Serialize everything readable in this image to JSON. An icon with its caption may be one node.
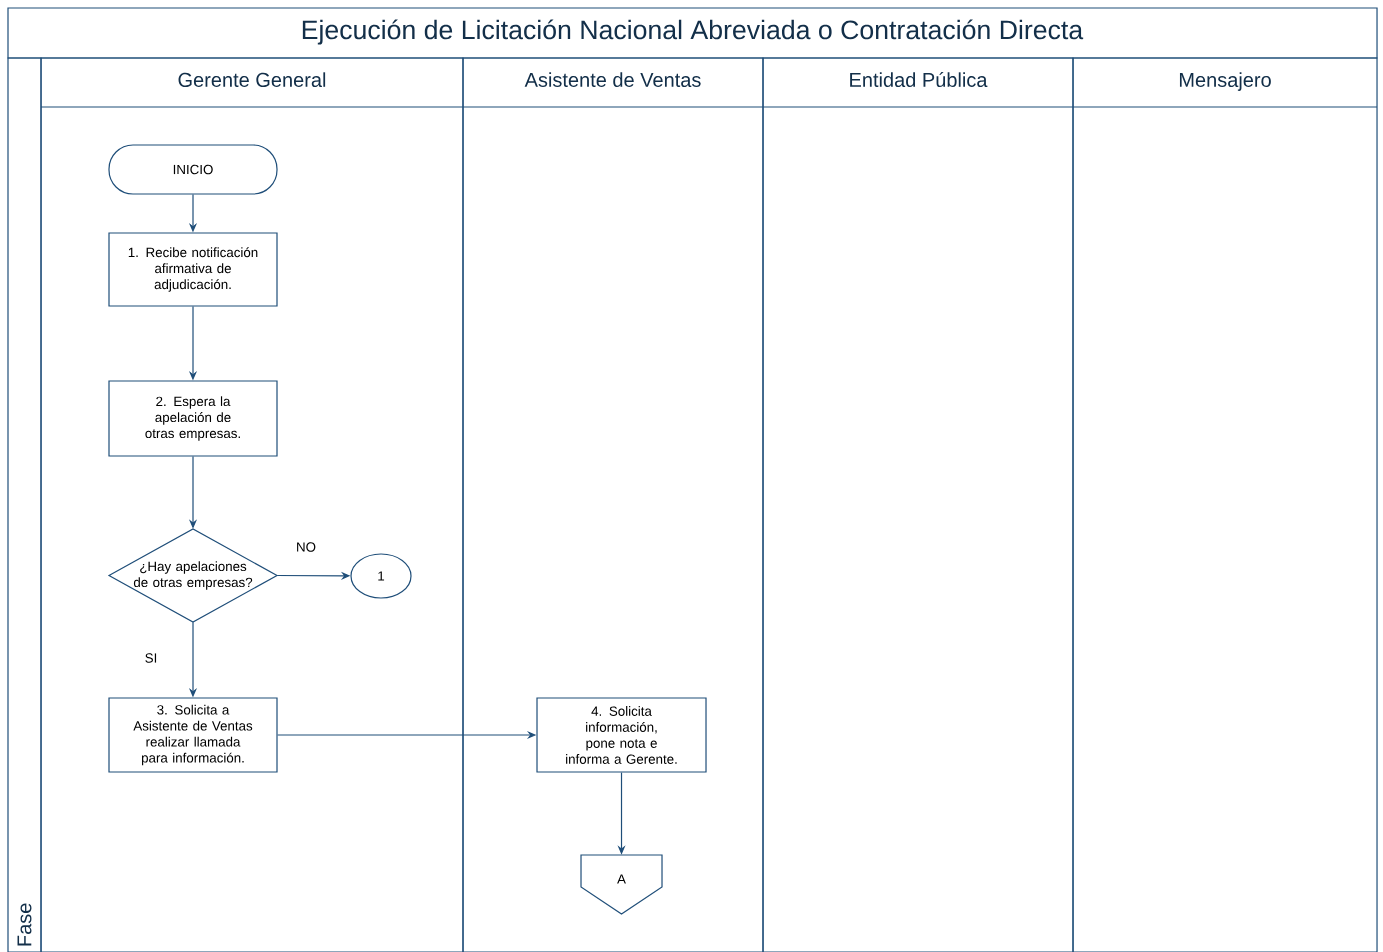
{
  "diagram": {
    "title": "Ejecución de Licitación Nacional Abreviada o Contratación Directa",
    "nodes": [
      {
        "text": [
          "Fase"
        ]
      },
      {
        "text": [
          "Gerente General"
        ]
      },
      {
        "text": [
          "Asistente de Ventas"
        ]
      },
      {
        "text": [
          "Entidad Pública"
        ]
      },
      {
        "text": [
          "Mensajero"
        ]
      },
      {
        "text": [
          "INICIO"
        ],
        "in": 1
      },
      {
        "text": [
          "1. Recibe notificación afirmativa de adjudicación."
        ],
        "in": 1
      },
      {
        "text": [
          "2. Espera la apelación de otras empresas."
        ],
        "in": 1
      },
      {
        "text": [
          "¿Hay apelaciones de otras empresas?"
        ],
        "in": 1
      },
      {
        "text": [
          "1"
        ],
        "in": 1
      },
      {
        "text": [
          "3. Solicita a Asistente de Ventas realizar llamada para información."
        ],
        "in": 1
      },
      {
        "text": [
          "4. Solicita información, pone nota e informa a Gerente."
        ],
        "in": 2
      },
      {
        "text": [
          "A"
        ],
        "in": 2
      }
    ],
    "edges": [
      {
        "from": 5,
        "to": 6,
        "arrow": "to"
      },
      {
        "from": 6,
        "to": 7,
        "arrow": "to"
      },
      {
        "from": 7,
        "to": 8,
        "arrow": "to"
      },
      {
        "from": 8,
        "to": 9,
        "arrow": "to",
        "label": "NO"
      },
      {
        "from": 8,
        "to": 10,
        "arrow": "to",
        "label": "SI"
      },
      {
        "from": 10,
        "to": 11,
        "arrow": "to"
      },
      {
        "from": 11,
        "to": 12,
        "arrow": "to"
      }
    ]
  }
}
